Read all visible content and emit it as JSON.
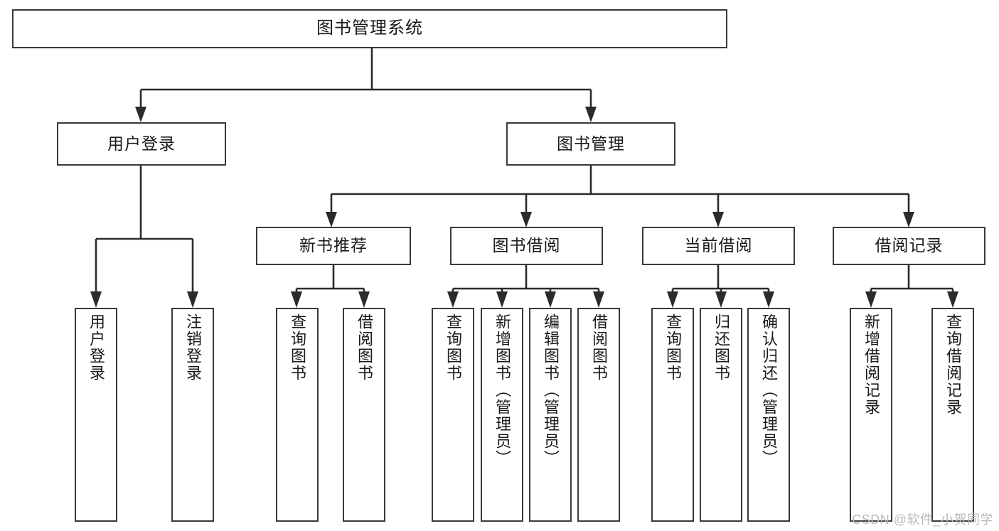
{
  "diagram": {
    "title": "图书管理系统",
    "watermark": "CSDN @软件_小贺同学",
    "colors": {
      "box_border": "#3a3a3a",
      "connector": "#2b2b2b",
      "background": "#ffffff",
      "text": "#1a1a1a",
      "watermark": "#b9b9b9"
    },
    "root": {
      "label": "图书管理系统"
    },
    "level2": [
      {
        "label": "用户登录"
      },
      {
        "label": "图书管理"
      }
    ],
    "level3": [
      {
        "label": "新书推荐"
      },
      {
        "label": "图书借阅"
      },
      {
        "label": "当前借阅"
      },
      {
        "label": "借阅记录"
      }
    ],
    "leaves": {
      "user_login": [
        {
          "label": "用户登录"
        },
        {
          "label": "注销登录"
        }
      ],
      "new_book_recommend": [
        {
          "label": "查询图书"
        },
        {
          "label": "借阅图书"
        }
      ],
      "book_borrow": [
        {
          "label": "查询图书"
        },
        {
          "label": "新增图书（管理员）"
        },
        {
          "label": "编辑图书（管理员）"
        },
        {
          "label": "借阅图书"
        }
      ],
      "current_borrow": [
        {
          "label": "查询图书"
        },
        {
          "label": "归还图书"
        },
        {
          "label": "确认归还（管理员）"
        }
      ],
      "borrow_record": [
        {
          "label": "新增借阅记录"
        },
        {
          "label": "查询借阅记录"
        }
      ]
    }
  }
}
